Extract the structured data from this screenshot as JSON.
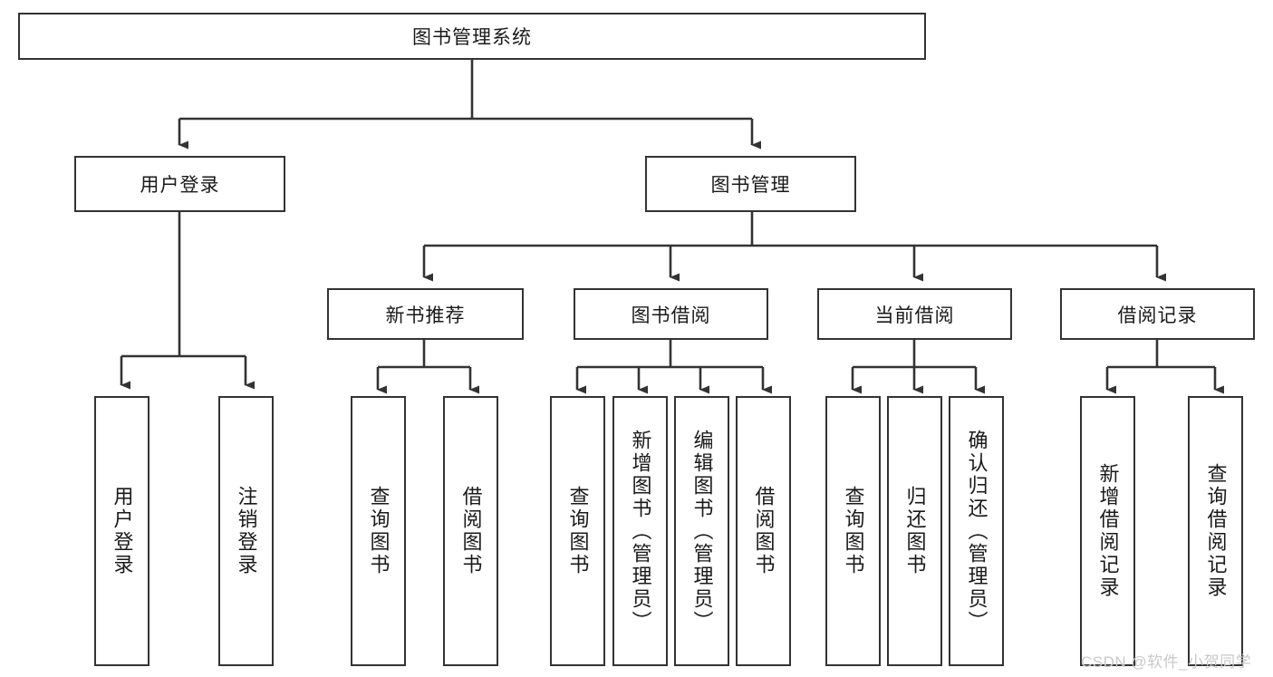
{
  "diagram": {
    "title": "图书管理系统",
    "type": "tree-hierarchy-chart",
    "colors": {
      "box_border": "#333333",
      "box_fill": "#ffffff",
      "connector": "#333333",
      "watermark": "#c9c9c9",
      "background": "#ffffff"
    },
    "levels": {
      "root": {
        "label": "图书管理系统"
      },
      "level2": [
        {
          "id": "user-login",
          "label": "用户登录"
        },
        {
          "id": "book-management",
          "label": "图书管理"
        }
      ],
      "level3": [
        {
          "id": "new-book-recommend",
          "label": "新书推荐"
        },
        {
          "id": "book-borrow",
          "label": "图书借阅"
        },
        {
          "id": "current-borrow",
          "label": "当前借阅"
        },
        {
          "id": "borrow-record",
          "label": "借阅记录"
        }
      ],
      "leaves": [
        {
          "id": "leaf-user-login",
          "label": "用户登录",
          "parent": "user-login"
        },
        {
          "id": "leaf-logout-login",
          "label": "注销登录",
          "parent": "user-login"
        },
        {
          "id": "leaf-query-book-1",
          "label": "查询图书",
          "parent": "new-book-recommend"
        },
        {
          "id": "leaf-borrow-book-1",
          "label": "借阅图书",
          "parent": "new-book-recommend"
        },
        {
          "id": "leaf-query-book-2",
          "label": "查询图书",
          "parent": "book-borrow"
        },
        {
          "id": "leaf-add-book-admin",
          "label": "新增图书（管理员）",
          "parent": "book-borrow"
        },
        {
          "id": "leaf-edit-book-admin",
          "label": "编辑图书（管理员）",
          "parent": "book-borrow"
        },
        {
          "id": "leaf-borrow-book-2",
          "label": "借阅图书",
          "parent": "book-borrow"
        },
        {
          "id": "leaf-query-book-3",
          "label": "查询图书",
          "parent": "current-borrow"
        },
        {
          "id": "leaf-return-book",
          "label": "归还图书",
          "parent": "current-borrow"
        },
        {
          "id": "leaf-confirm-return-admin",
          "label": "确认归还（管理员）",
          "parent": "current-borrow"
        },
        {
          "id": "leaf-add-borrow-record",
          "label": "新增借阅记录",
          "parent": "borrow-record"
        },
        {
          "id": "leaf-query-borrow-record",
          "label": "查询借阅记录",
          "parent": "borrow-record"
        }
      ]
    },
    "watermark": "CSDN @软件_小贺同学"
  }
}
